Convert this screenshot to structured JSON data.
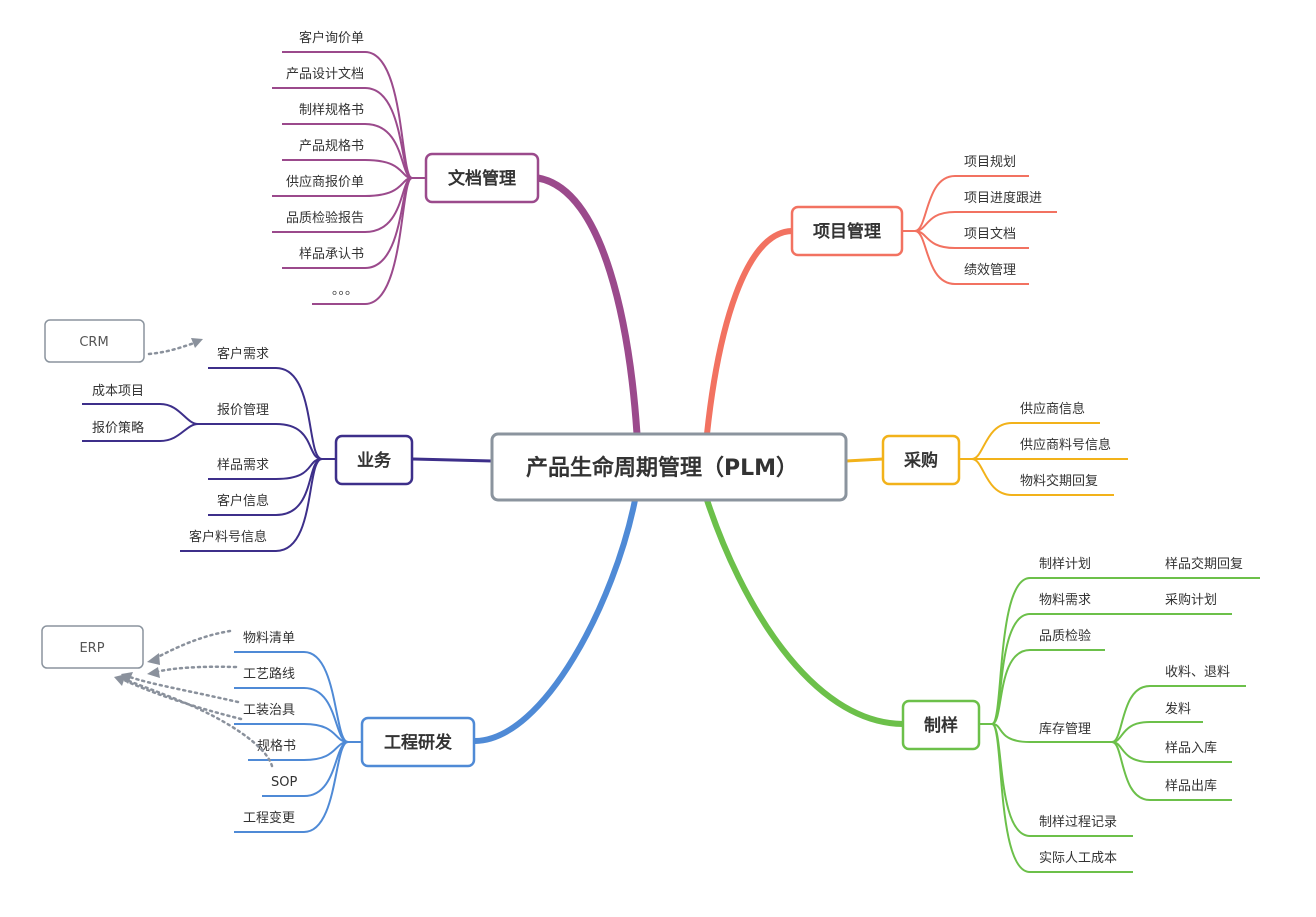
{
  "central": {
    "label": "产品生命周期管理（PLM）"
  },
  "colors": {
    "doc": "#9b4a8c",
    "project": "#f27261",
    "sales": "#3d2f8a",
    "purchase": "#f2b21a",
    "engineering": "#4f8ad6",
    "sample": "#6cc04a",
    "central_border": "#8b949e",
    "external_border": "#8b949e",
    "link": "#8a919c"
  },
  "branches": {
    "doc": {
      "label": "文档管理",
      "items": [
        "客户询价单",
        "产品设计文档",
        "制样规格书",
        "产品规格书",
        "供应商报价单",
        "品质检验报告",
        "样品承认书",
        "。。。"
      ]
    },
    "project": {
      "label": "项目管理",
      "items": [
        "项目规划",
        "项目进度跟进",
        "项目文档",
        "绩效管理"
      ]
    },
    "sales": {
      "label": "业务",
      "items": [
        "客户需求",
        "报价管理",
        "样品需求",
        "客户信息",
        "客户料号信息"
      ],
      "sub": [
        "成本项目",
        "报价策略"
      ]
    },
    "purchase": {
      "label": "采购",
      "items": [
        "供应商信息",
        "供应商料号信息",
        "物料交期回复"
      ]
    },
    "engineering": {
      "label": "工程研发",
      "items": [
        "物料清单",
        "工艺路线",
        "工装治具",
        "规格书",
        "SOP",
        "工程变更"
      ]
    },
    "sample": {
      "label": "制样",
      "items": [
        "制样计划",
        "物料需求",
        "品质检验",
        "库存管理",
        "制样过程记录",
        "实际人工成本"
      ],
      "plan_sub": "样品交期回复",
      "material_sub": "采购计划",
      "stock_sub": [
        "收料、退料",
        "发料",
        "样品入库",
        "样品出库"
      ]
    }
  },
  "external": {
    "crm": "CRM",
    "erp": "ERP"
  }
}
